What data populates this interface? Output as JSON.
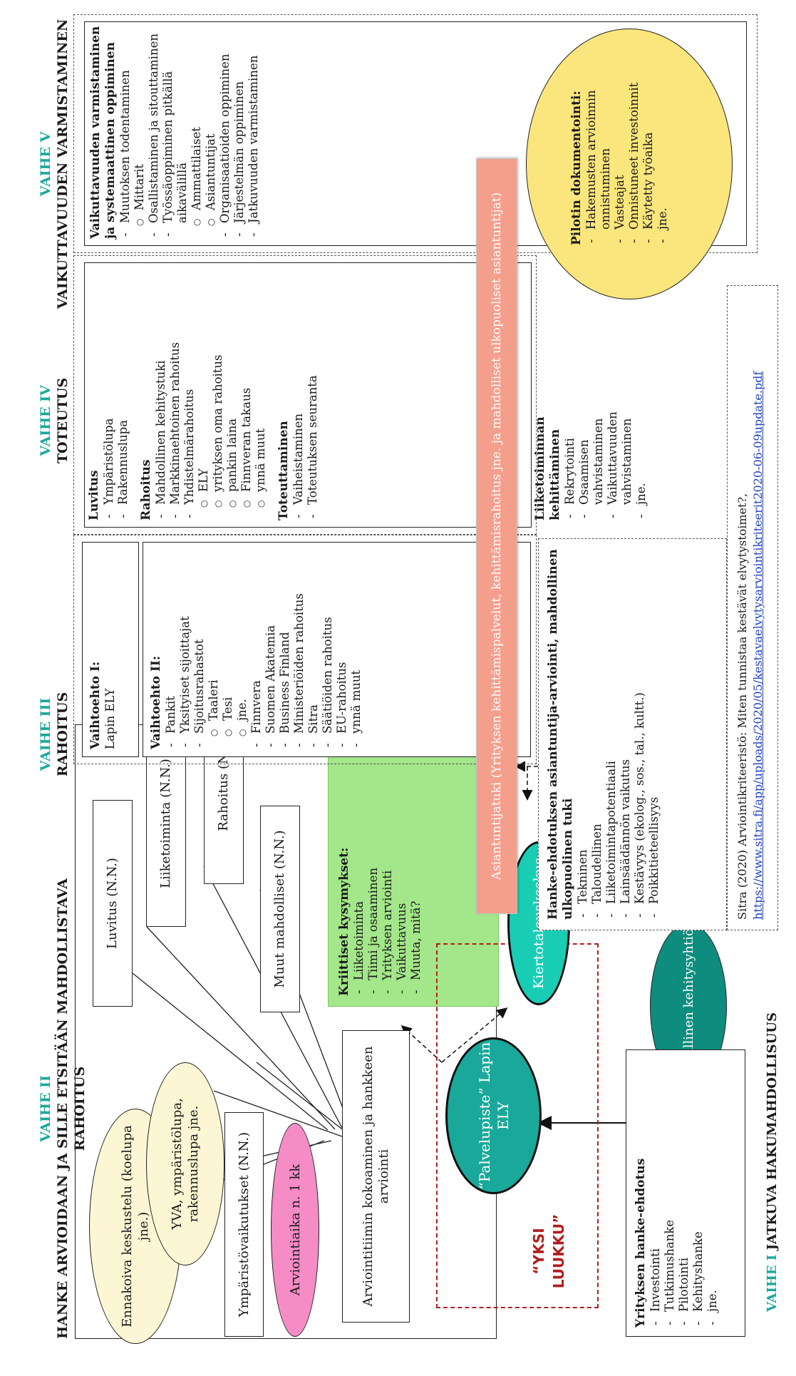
{
  "phase1": {
    "label": "VAIHE I",
    "title": "JATKUVA HAKUMAHDOLLISUUS",
    "company": {
      "heading": "Yrityksen hanke-ehdotus",
      "items": [
        "Investointi",
        "Tutkimushanke",
        "Pilotointi",
        "Kehityshanke",
        "jne."
      ]
    }
  },
  "phase2": {
    "label": "VAIHE II",
    "title": "HANKE ARVIOIDAAN JA SILLE ETSITÄÄN MAHDOLLISTAVA RAHOITUS",
    "ennakoiva": "Ennakoiva keskustelu (koelupa jne.)",
    "yva": "YVA, ympäristölupa, rakennuslupa jne.",
    "ymparisto": "Ympäristövaikutukset (N.N.)",
    "arviointiaika": "Arviointiaika n. 1 kk",
    "luvitus": "Luvitus (N.N.)",
    "liiketoiminta": "Liiketoiminta (N.N.)",
    "rahoitus": "Rahoitus (N.N.)",
    "muut": "Muut mahdolliset (N.N.)",
    "kokoaminen": "Arviointitiimin kokoaminen ja hankkeen arviointi",
    "kriittiset": {
      "heading": "Kriittiset kysymykset:",
      "items": [
        "Liiketoiminta",
        "Tiimi ja osaaminen",
        "Yrityksen arviointi",
        "Vaikuttavuus",
        "Muuta, mitä?"
      ]
    },
    "palvelupiste": "“Palvelupiste” Lapin ELY",
    "kiertotalous": "Kiertotalouskeskus",
    "paikallinen": "Paikallinen kehitysyhtiö",
    "yksi_luukku": "“YKSI LUUKKU”"
  },
  "phase3": {
    "label": "VAIHE III",
    "title": "RAHOITUS",
    "v1": {
      "heading": "Vaihtoehto I:",
      "text": "Lapin ELY"
    },
    "v2": {
      "heading": "Vaihtoehto II:",
      "items": [
        {
          "t": "Pankit"
        },
        {
          "t": "Yksityiset sijoittajat"
        },
        {
          "t": "Sijoitusrahastot"
        },
        {
          "t": "Taaleri",
          "sub": true
        },
        {
          "t": "Tesi",
          "sub": true
        },
        {
          "t": "jne.",
          "sub": true
        },
        {
          "t": "Finnvera"
        },
        {
          "t": "Suomen Akatemia"
        },
        {
          "t": "Business Finland"
        },
        {
          "t": "Ministeriöiden rahoitus"
        },
        {
          "t": "Sitra"
        },
        {
          "t": "Säätiöiden rahoitus"
        },
        {
          "t": "EU-rahoitus"
        },
        {
          "t": "ynnä muut"
        }
      ]
    }
  },
  "phase4": {
    "label": "VAIHE IV",
    "title": "TOTEUTUS",
    "luvitus": {
      "heading": "Luvitus",
      "items": [
        {
          "t": "Ympäristölupa"
        },
        {
          "t": "Rakennuslupa"
        }
      ]
    },
    "rahoitus": {
      "heading": "Rahoitus",
      "items": [
        {
          "t": "Mahdollinen kehitystuki"
        },
        {
          "t": "Markkinaehtoinen rahoitus"
        },
        {
          "t": "Yhdistelmärahoitus"
        },
        {
          "t": "ELY",
          "sub": true
        },
        {
          "t": "yrityksen oma rahoitus",
          "sub": true
        },
        {
          "t": "pankin laina",
          "sub": true
        },
        {
          "t": "Finnveran takaus",
          "sub": true
        },
        {
          "t": "ynnä muut",
          "sub": true
        }
      ]
    },
    "toteuttaminen": {
      "heading": "Toteuttaminen",
      "items": [
        {
          "t": "Vaiheistaminen"
        },
        {
          "t": "Toteutuksen seuranta"
        }
      ]
    },
    "liiketoiminnan": {
      "heading": "Liiketoiminnan kehittäminen",
      "items": [
        {
          "t": "Rekrytointi"
        },
        {
          "t": "Osaamisen vahvistaminen"
        },
        {
          "t": "Vaikuttavuuden vahvistaminen"
        },
        {
          "t": "jne."
        }
      ]
    }
  },
  "phase5": {
    "label": "VAIHE V",
    "title": "VAIKUTTAVUUDEN VARMISTAMINEN",
    "heading": "Vaikuttavuuden varmistaminen ja systemaattinen oppiminen",
    "items": [
      {
        "t": "Muutoksen todentaminen"
      },
      {
        "t": "Mittarit",
        "sub": true
      },
      {
        "t": "Osallistaminen ja sitouttaminen"
      },
      {
        "t": "Työssäoppiminen pitkällä aikavälillä"
      },
      {
        "t": "Ammattilaiset",
        "sub": true
      },
      {
        "t": "Asiantuntijat",
        "sub": true
      },
      {
        "t": "Organisaatioiden oppiminen"
      },
      {
        "t": "Järjestelmän oppiminen"
      },
      {
        "t": "Jatkuvuuden varmistaminen"
      }
    ],
    "pilot": {
      "heading": "Pilotin dokumentointi:",
      "items": [
        "Hakemusten arvioinnin onnistuminen",
        "Vasteajat",
        "Onnistuneet investoinnit",
        "Käytetty työaika",
        "jne."
      ]
    }
  },
  "hanke": {
    "heading": "Hanke-ehdotuksen asiantuntija-arviointi, mahdollinen ulkopuolinen tuki",
    "items": [
      "Tekninen",
      "Taloudellinen",
      "Liiketoimintapotentiaali",
      "Lainsäädännön vaikutus",
      "Kestävyys (ekolog., sos., tal., kultt.)",
      "Poikkitieteellisyys"
    ]
  },
  "banner": "Asiantuntijatuki (Yrityksen kehittämispalvelut, kehittämisrahoitus jne. ja mahdolliset ulkopuoliset asiantuntijat)",
  "sitra": {
    "text": "Sitra (2020) Arviointikriteeristö: Miten tunnistaa kestävät elvytystoimet?,",
    "link": "https://www.sitra.fi/app/uploads/2020/05/kestavaelvytysarviointikriteerit2020-06-09update.pdf"
  },
  "colors": {
    "teal": "#1aa89a",
    "cream": "#fdf6d4",
    "pink": "#f58cc6",
    "green": "#a4e68a",
    "salmon": "#f49f8c",
    "dark_teal": "#0e8c7d",
    "mint": "#19cdb5",
    "yellow": "#fbe67d",
    "red": "#b01e1e"
  }
}
